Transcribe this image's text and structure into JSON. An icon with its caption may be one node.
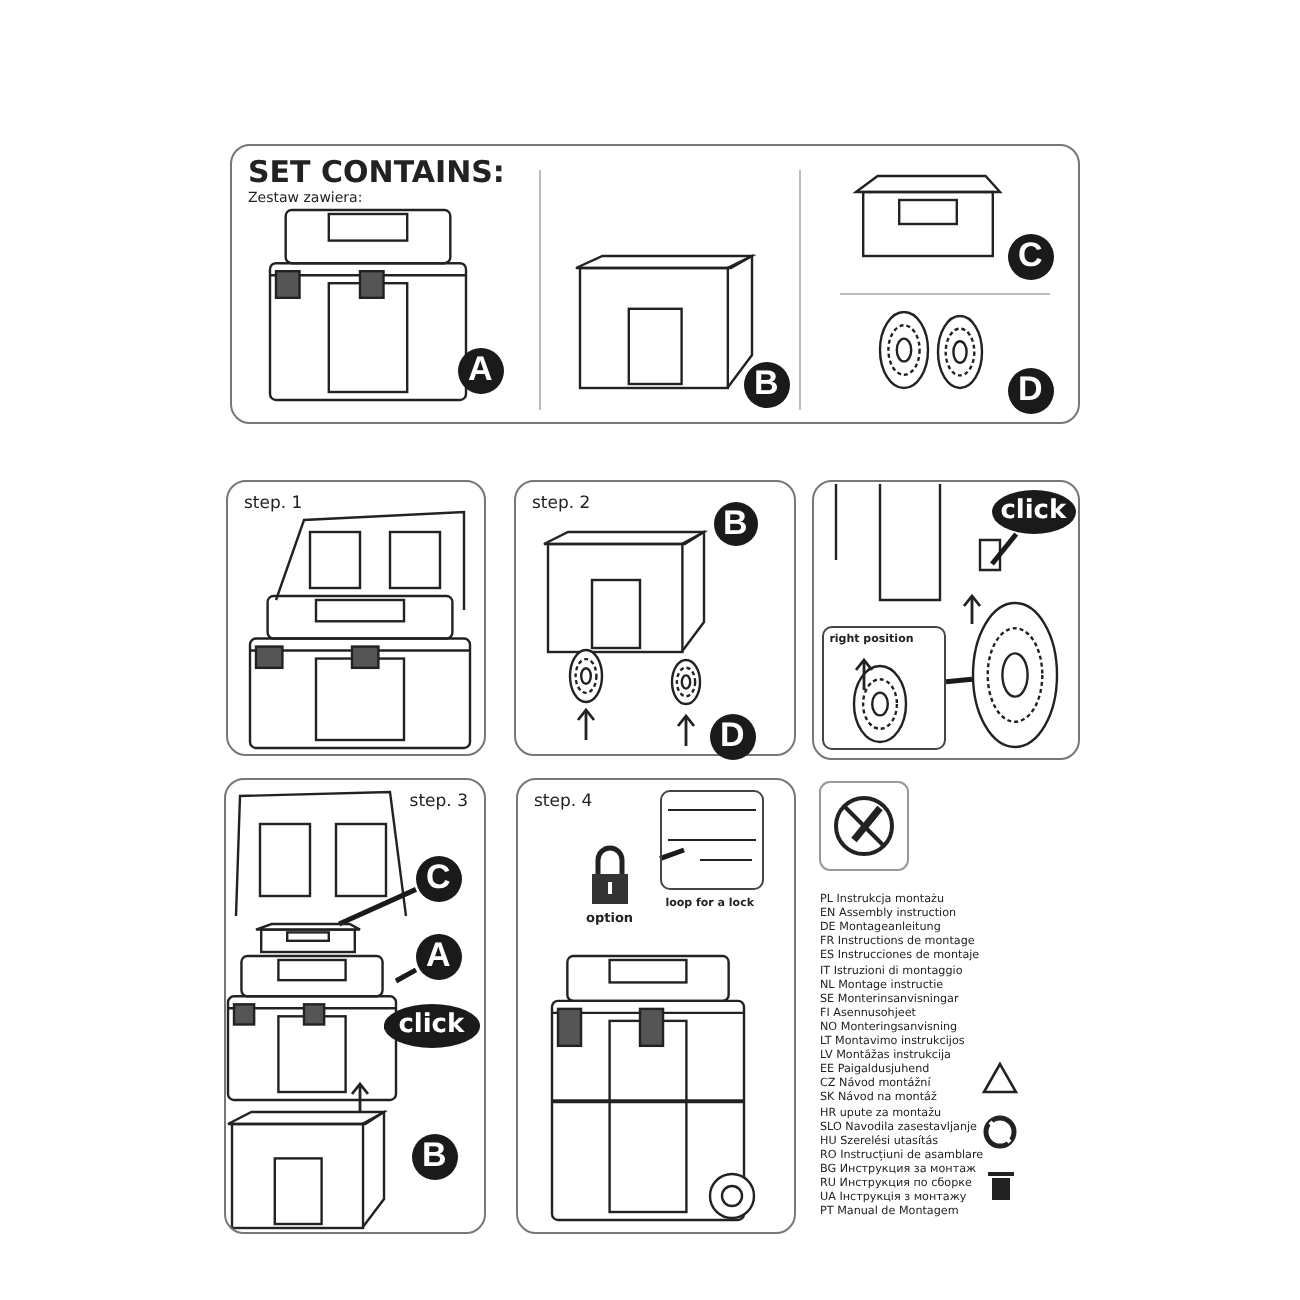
{
  "diagram": {
    "nodes": [
      {
        "text": [
          "SET CONTAINS:",
          "Zestaw zawiera:"
        ]
      },
      {
        "text": [
          "A"
        ],
        "in": 0
      },
      {
        "text": [
          "B"
        ],
        "in": 0
      },
      {
        "text": [
          "C"
        ],
        "in": 0
      },
      {
        "text": [
          "D"
        ],
        "in": 0
      },
      {
        "text": [
          "step. 1"
        ]
      },
      {
        "text": [
          "step. 2"
        ]
      },
      {
        "text": [
          "B"
        ],
        "in": 6
      },
      {
        "text": [
          "D"
        ],
        "in": 6
      },
      {
        "text": [],
        "shape": "box"
      },
      {
        "text": [
          "click"
        ],
        "in": 9
      },
      {
        "text": [
          "right position"
        ],
        "in": 9
      },
      {
        "text": [
          "step. 3"
        ]
      },
      {
        "text": [
          "C"
        ],
        "in": 12
      },
      {
        "text": [
          "A"
        ],
        "in": 12
      },
      {
        "text": [
          "click"
        ],
        "in": 12
      },
      {
        "text": [
          "B"
        ],
        "in": 12
      },
      {
        "text": [
          "step. 4"
        ]
      },
      {
        "text": [
          "loop for a lock"
        ],
        "in": 17
      },
      {
        "text": [],
        "shape": "picture",
        "in": 12
      },
      {
        "text": [],
        "shape": "picture",
        "in": 12
      },
      {
        "text": [],
        "shape": "picture",
        "in": 9
      }
    ],
    "edges": [
      {
        "from": 10,
        "to": null,
        "arrow": "none"
      },
      {
        "from": 11,
        "to": 21,
        "arrow": "none"
      },
      {
        "from": 13,
        "to": 19,
        "arrow": "none"
      },
      {
        "from": 14,
        "to": 20,
        "arrow": "none"
      },
      {
        "from": 15,
        "to": 20,
        "arrow": "none"
      },
      {
        "from": 18,
        "to": null,
        "arrow": "none"
      }
    ],
    "labels": [
      "option",
      "PL Instrukcja montażu",
      "EN Assembly instruction",
      "DE Montageanleitung",
      "FR Instructions de montage",
      "ES Instrucciones de montaje",
      "IT Istruzioni di montaggio",
      "NL Montage instructie",
      "SE Monterinsanvisningar",
      "FI Asennusohjeet",
      "NO Monteringsanvisning",
      "LT Montavimo instrukcijos",
      "LV Montāžas instrukcija",
      "EE Paigaldusjuhend",
      "CZ Návod montážní",
      "SK Návod na montáž",
      "HR upute za montažu",
      "SLO Navodila zasestavljanje",
      "HU Szerelési utasítás",
      "RO Instrucțiuni de asamblare",
      "BG Инструкция за монтаж",
      "RU Инструкция по сборке",
      "UA Інструкція з монтажу",
      "PT Manual de Montagem"
    ]
  }
}
